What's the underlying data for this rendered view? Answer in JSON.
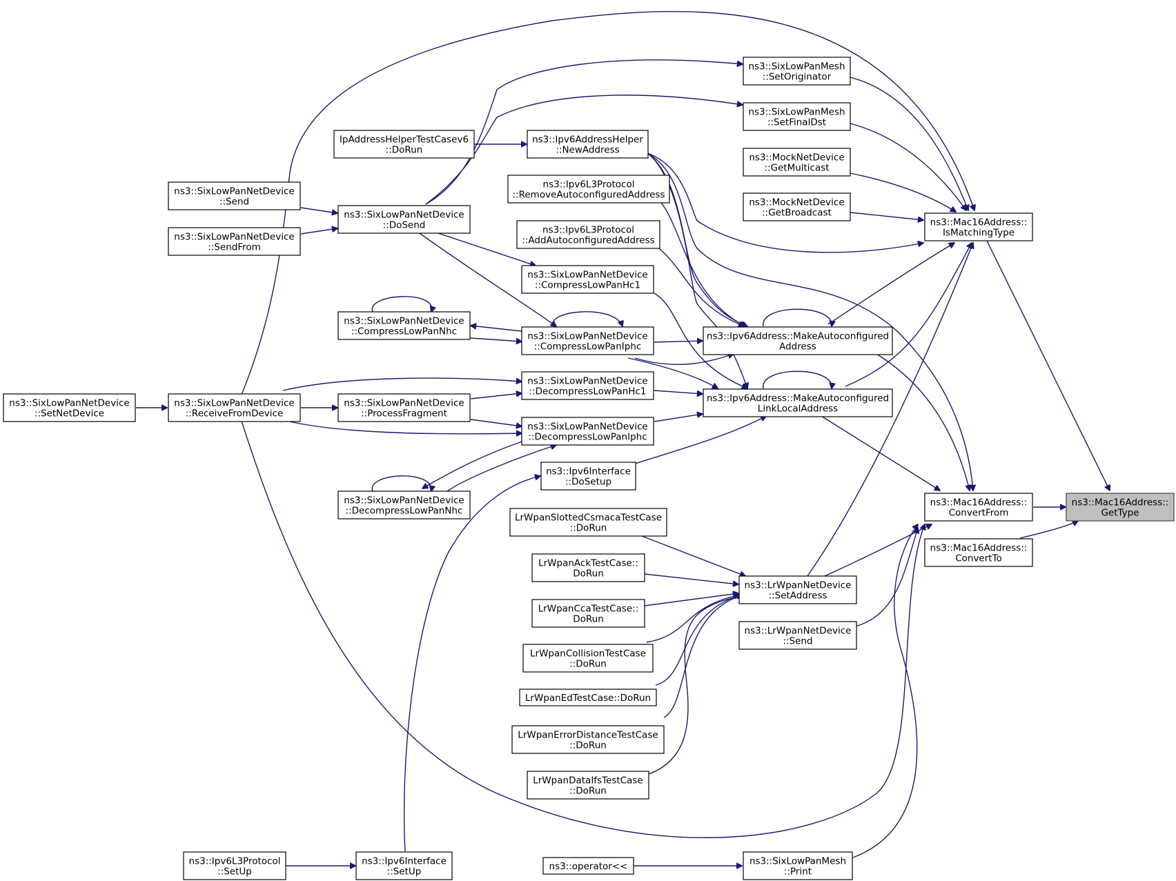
{
  "graph": {
    "colors": {
      "edge": "#191970",
      "highlight_fill": "#bfbfbf",
      "node_border": "#000000"
    },
    "nodes": {
      "getType": {
        "lines": [
          "ns3::Mac16Address::",
          "GetType"
        ],
        "highlight": true
      },
      "convertFrom": {
        "lines": [
          "ns3::Mac16Address::",
          "ConvertFrom"
        ]
      },
      "convertTo": {
        "lines": [
          "ns3::Mac16Address::",
          "ConvertTo"
        ]
      },
      "isMatchingType": {
        "lines": [
          "ns3::Mac16Address::",
          "IsMatchingType"
        ]
      },
      "meshSetOriginator": {
        "lines": [
          "ns3::SixLowPanMesh",
          "::SetOriginator"
        ]
      },
      "meshSetFinalDst": {
        "lines": [
          "ns3::SixLowPanMesh",
          "::SetFinalDst"
        ]
      },
      "mockGetMulticast": {
        "lines": [
          "ns3::MockNetDevice",
          "::GetMulticast"
        ]
      },
      "mockGetBroadcast": {
        "lines": [
          "ns3::MockNetDevice",
          "::GetBroadcast"
        ]
      },
      "ipHelperTestDoRun": {
        "lines": [
          "IpAddressHelperTestCasev6",
          "::DoRun"
        ]
      },
      "ipv6HelperNewAddress": {
        "lines": [
          "ns3::Ipv6AddressHelper",
          "::NewAddress"
        ]
      },
      "removeAutoconf": {
        "lines": [
          "ns3::Ipv6L3Protocol",
          "::RemoveAutoconfiguredAddress"
        ]
      },
      "addAutoconf": {
        "lines": [
          "ns3::Ipv6L3Protocol",
          "::AddAutoconfiguredAddress"
        ]
      },
      "slpSend": {
        "lines": [
          "ns3::SixLowPanNetDevice",
          "::Send"
        ]
      },
      "slpSendFrom": {
        "lines": [
          "ns3::SixLowPanNetDevice",
          "::SendFrom"
        ]
      },
      "slpDoSend": {
        "lines": [
          "ns3::SixLowPanNetDevice",
          "::DoSend"
        ]
      },
      "compressHc1": {
        "lines": [
          "ns3::SixLowPanNetDevice",
          "::CompressLowPanHc1"
        ]
      },
      "compressNhc": {
        "lines": [
          "ns3::SixLowPanNetDevice",
          "::CompressLowPanNhc"
        ]
      },
      "compressIphc": {
        "lines": [
          "ns3::SixLowPanNetDevice",
          "::CompressLowPanIphc"
        ]
      },
      "makeAutoconfAddr": {
        "lines": [
          "ns3::Ipv6Address::MakeAutoconfigured",
          "Address"
        ]
      },
      "makeAutoconfLL": {
        "lines": [
          "ns3::Ipv6Address::MakeAutoconfigured",
          "LinkLocalAddress"
        ]
      },
      "setNetDevice": {
        "lines": [
          "ns3::SixLowPanNetDevice",
          "::SetNetDevice"
        ]
      },
      "receiveFromDevice": {
        "lines": [
          "ns3::SixLowPanNetDevice",
          "::ReceiveFromDevice"
        ]
      },
      "processFragment": {
        "lines": [
          "ns3::SixLowPanNetDevice",
          "::ProcessFragment"
        ]
      },
      "decompressHc1": {
        "lines": [
          "ns3::SixLowPanNetDevice",
          "::DecompressLowPanHc1"
        ]
      },
      "decompressIphc": {
        "lines": [
          "ns3::SixLowPanNetDevice",
          "::DecompressLowPanIphc"
        ]
      },
      "decompressNhc": {
        "lines": [
          "ns3::SixLowPanNetDevice",
          "::DecompressLowPanNhc"
        ]
      },
      "ipv6IfDoSetup": {
        "lines": [
          "ns3::Ipv6Interface",
          "::DoSetup"
        ]
      },
      "slottedCsmaca": {
        "lines": [
          "LrWpanSlottedCsmacaTestCase",
          "::DoRun"
        ]
      },
      "ackTest": {
        "lines": [
          "LrWpanAckTestCase::",
          "DoRun"
        ]
      },
      "ccaTest": {
        "lines": [
          "LrWpanCcaTestCase::",
          "DoRun"
        ]
      },
      "collisionTest": {
        "lines": [
          "LrWpanCollisionTestCase",
          "::DoRun"
        ]
      },
      "edTest": {
        "lines": [
          "LrWpanEdTestCase::DoRun"
        ]
      },
      "errorDistTest": {
        "lines": [
          "LrWpanErrorDistanceTestCase",
          "::DoRun"
        ]
      },
      "dataIfsTest": {
        "lines": [
          "LrWpanDataIfsTestCase",
          "::DoRun"
        ]
      },
      "lrwpanSetAddress": {
        "lines": [
          "ns3::LrWpanNetDevice",
          "::SetAddress"
        ]
      },
      "lrwpanSend": {
        "lines": [
          "ns3::LrWpanNetDevice",
          "::Send"
        ]
      },
      "ipv6L3SetUp": {
        "lines": [
          "ns3::Ipv6L3Protocol",
          "::SetUp"
        ]
      },
      "ipv6IfSetUp": {
        "lines": [
          "ns3::Ipv6Interface",
          "::SetUp"
        ]
      },
      "opStream": {
        "lines": [
          "ns3::operator<<"
        ]
      },
      "meshPrint": {
        "lines": [
          "ns3::SixLowPanMesh",
          "::Print"
        ]
      }
    }
  }
}
